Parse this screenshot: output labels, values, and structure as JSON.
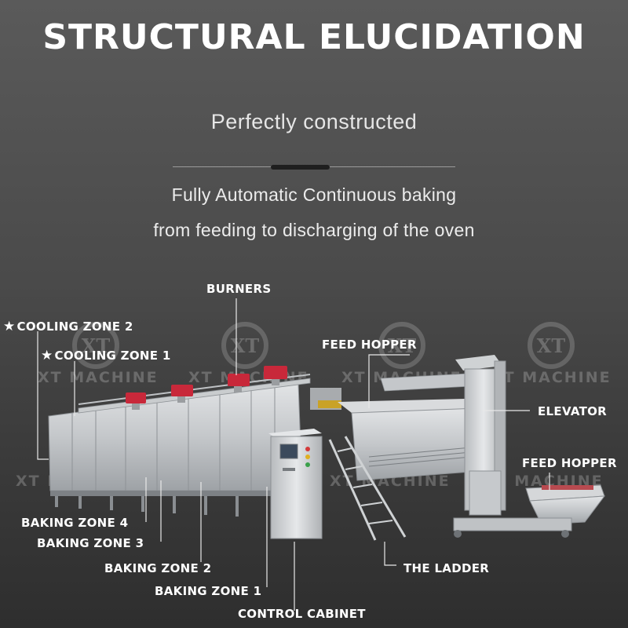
{
  "header": {
    "title": "STRUCTURAL ELUCIDATION",
    "subtitle": "Perfectly constructed",
    "desc_line1": "Fully Automatic Continuous baking",
    "desc_line2": "from feeding to discharging of the oven"
  },
  "watermark": {
    "text": "XT MACHINE",
    "logo_letters": "XT"
  },
  "labels": {
    "burners": "BURNERS",
    "cooling_zone_2": "COOLING ZONE 2",
    "cooling_zone_1": "COOLING ZONE 1",
    "feed_hopper_top": "FEED HOPPER",
    "elevator": "ELEVATOR",
    "feed_hopper_right": "FEED HOPPER",
    "baking_zone_4": "BAKING ZONE 4",
    "baking_zone_3": "BAKING ZONE 3",
    "baking_zone_2": "BAKING ZONE 2",
    "baking_zone_1": "BAKING ZONE 1",
    "the_ladder": "THE LADDER",
    "control_cabinet": "CONTROL CABINET"
  },
  "icons": {
    "star": "star-icon"
  },
  "colors": {
    "text": "#ffffff",
    "burner_red": "#c8283a",
    "steel": "#cfd2d4",
    "background_top": "#5a5a5a",
    "background_bottom": "#2e2e2e"
  }
}
